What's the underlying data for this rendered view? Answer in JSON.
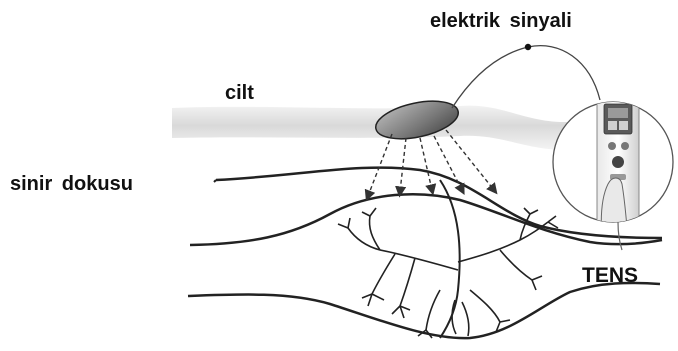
{
  "labels": {
    "signal": "elektrik sinyali",
    "skin": "cilt",
    "nerve": "sinir dokusu",
    "device": "TENS"
  }
}
